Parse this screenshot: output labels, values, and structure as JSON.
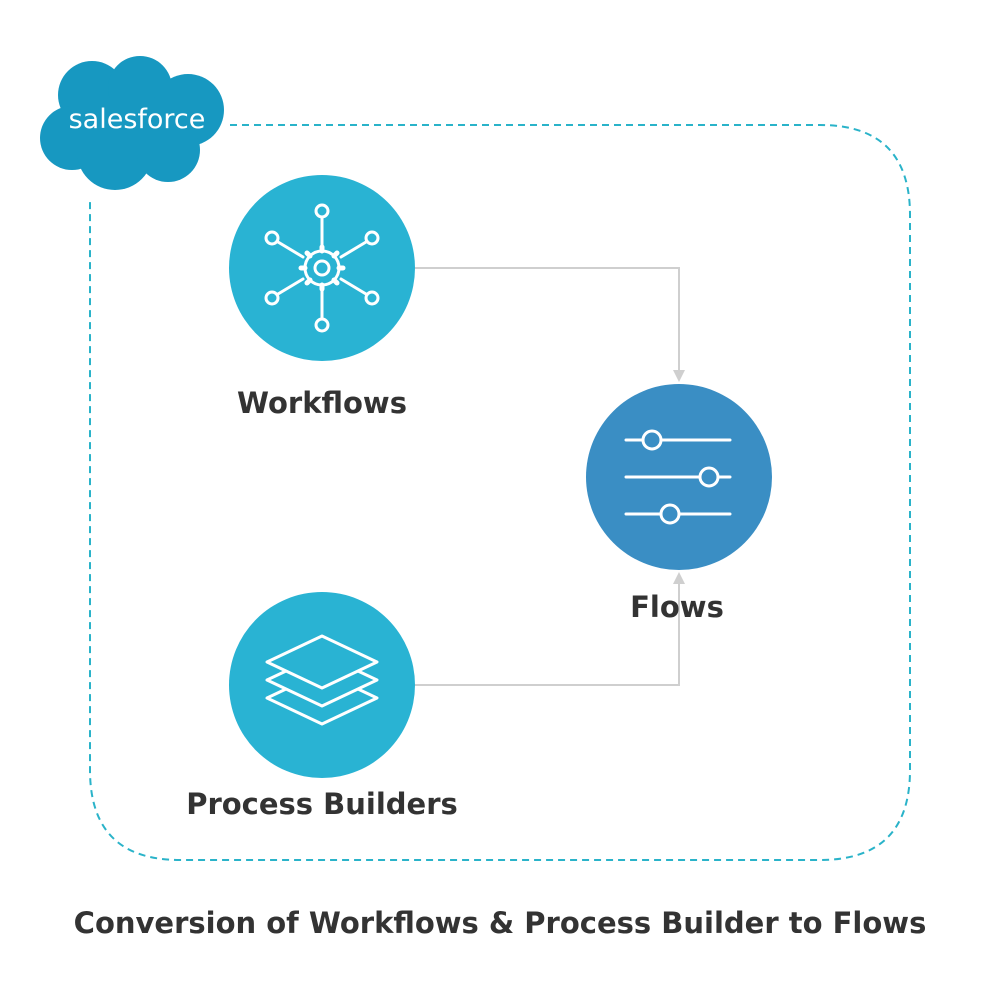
{
  "brand": {
    "logo_text": "salesforce",
    "cloud_color": "#1798c1"
  },
  "nodes": {
    "workflows": {
      "label": "Workflows",
      "icon": "network-gear-icon",
      "color": "#29b3d3"
    },
    "process_builders": {
      "label": "Process Builders",
      "icon": "layers-icon",
      "color": "#29b3d3"
    },
    "flows": {
      "label": "Flows",
      "icon": "sliders-icon",
      "color": "#3a8ec4"
    }
  },
  "edges": [
    {
      "from": "workflows",
      "to": "flows"
    },
    {
      "from": "process_builders",
      "to": "flows"
    }
  ],
  "border_color": "#2ab3c9",
  "caption": "Conversion of Workflows & Process Builder to Flows"
}
